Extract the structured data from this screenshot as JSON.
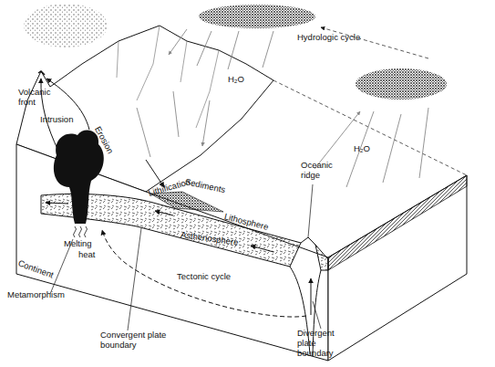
{
  "diagram": {
    "labels": [
      "Hydrologic cycle",
      "H₂O",
      "H₂O",
      "Volcanic front",
      "Erosion",
      "Intrusion",
      "Sediments",
      "Lithification",
      "Oceanic ridge",
      "Lithosphere",
      "Asthenosphere",
      "Melting",
      "heat",
      "Continent",
      "Tectonic cycle",
      "Metamorphism",
      "Convergent plate boundary",
      "Divergent plate boundary"
    ]
  }
}
